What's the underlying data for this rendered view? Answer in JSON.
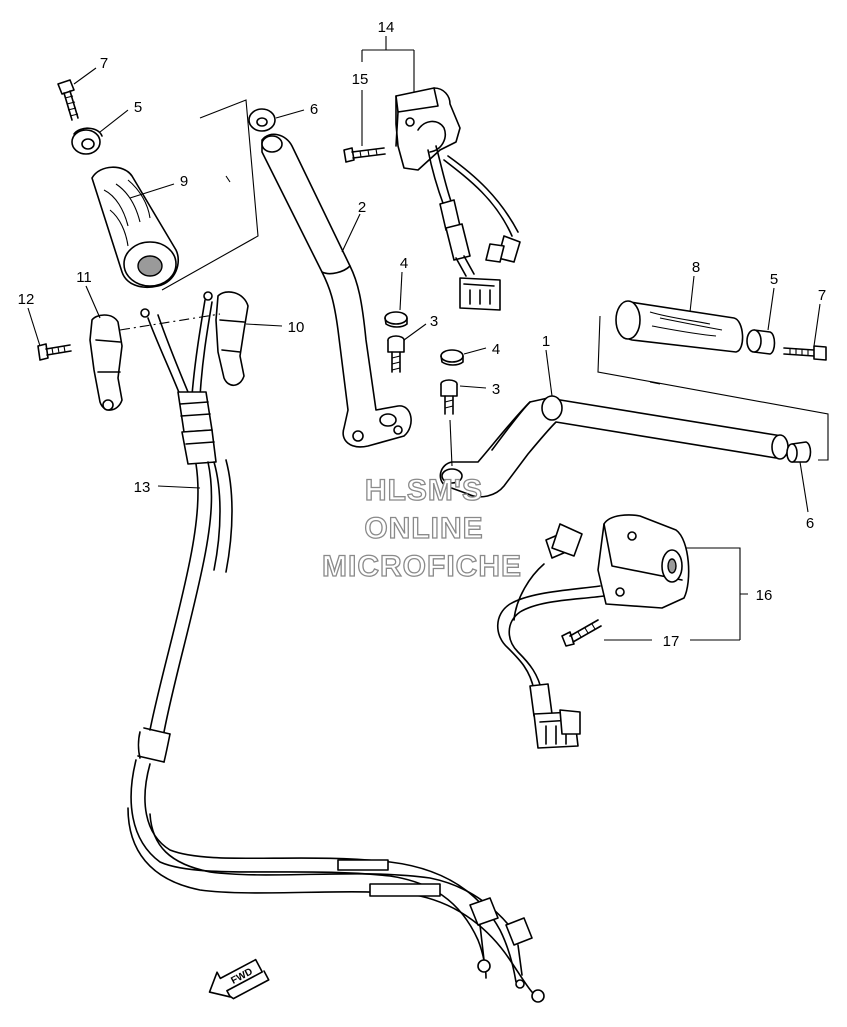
{
  "watermark": [
    "HLSM'S",
    "ONLINE",
    "MICROFICHE"
  ],
  "fwd_label": "FWD",
  "callouts": {
    "c14": "14",
    "c15": "15",
    "c7a": "7",
    "c5a": "5",
    "c6a": "6",
    "c9": "9",
    "c2": "2",
    "c4a": "4",
    "c3a": "3",
    "c8": "8",
    "c5b": "5",
    "c7b": "7",
    "c11": "11",
    "c12": "12",
    "c10": "10",
    "c1": "1",
    "c4b": "4",
    "c3b": "3",
    "c13": "13",
    "c6b": "6",
    "c16": "16",
    "c17": "17"
  }
}
